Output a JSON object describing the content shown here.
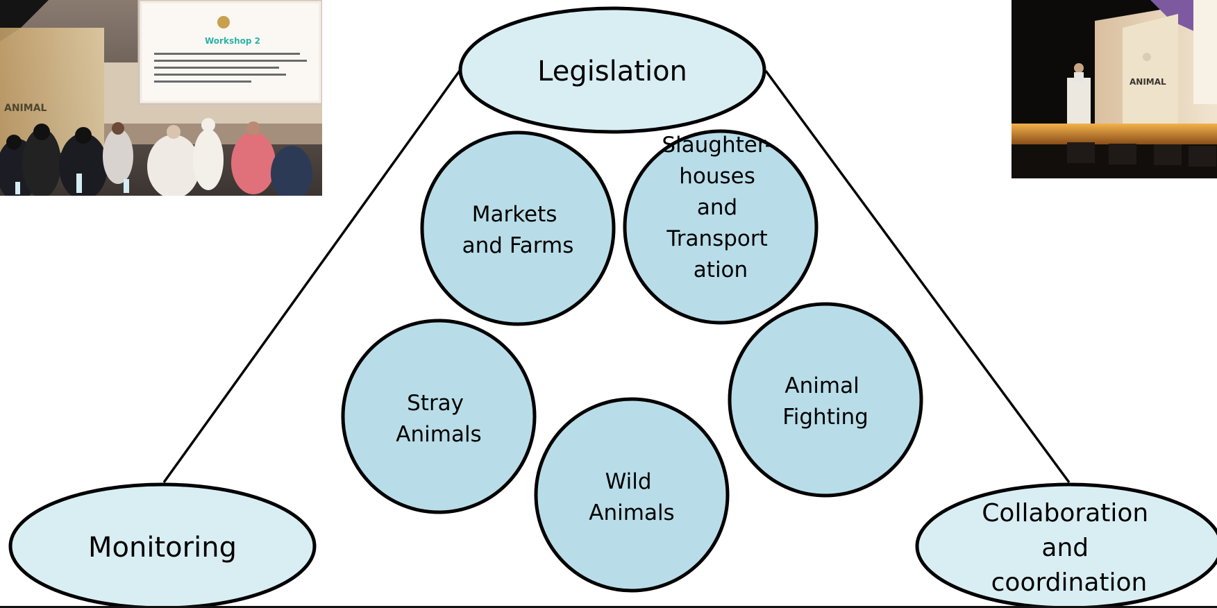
{
  "diagram": {
    "top_node": {
      "lines": [
        "Legislation"
      ]
    },
    "left_node": {
      "lines": [
        "Monitoring"
      ]
    },
    "right_node": {
      "lines": [
        "Collaboration",
        "and",
        "coordination"
      ]
    },
    "circles": [
      {
        "id": "markets",
        "lines": [
          "Markets",
          "and Farms"
        ]
      },
      {
        "id": "slaughter",
        "lines": [
          "Slaughter-",
          "houses",
          "and",
          "Transport",
          "ation"
        ]
      },
      {
        "id": "stray",
        "lines": [
          "Stray",
          "Animals"
        ]
      },
      {
        "id": "fighting",
        "lines": [
          "Animal",
          "Fighting"
        ]
      },
      {
        "id": "wild",
        "lines": [
          "Wild",
          "Animals"
        ]
      }
    ],
    "colors": {
      "ellipse_fill": "#d9eef3",
      "circle_fill": "#b8dde8",
      "stroke": "#000000"
    }
  },
  "photos": {
    "left": {
      "screen_title": "Workshop 2",
      "banner_text": "ANIMAL"
    },
    "right": {
      "banner_text": "ANIMAL"
    }
  }
}
